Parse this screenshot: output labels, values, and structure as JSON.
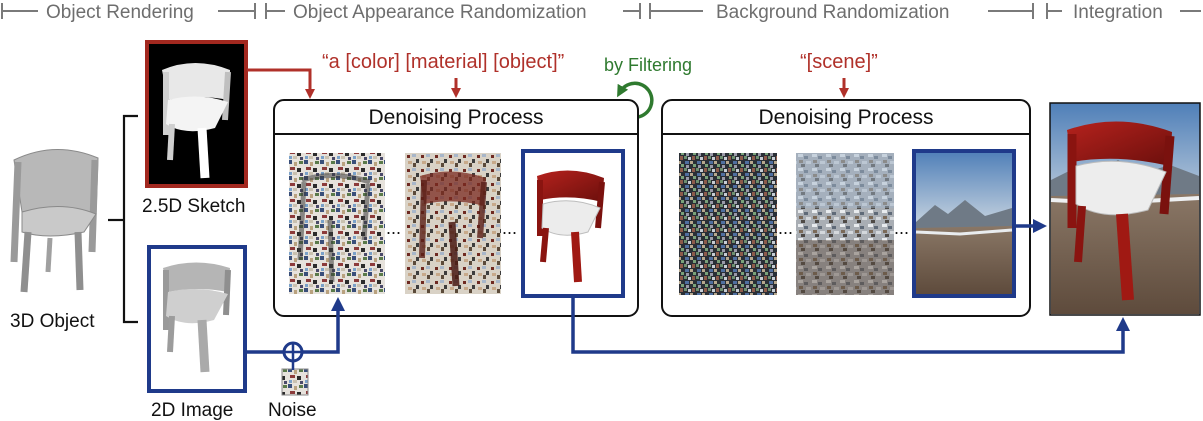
{
  "stages": {
    "object_rendering": "Object Rendering",
    "object_appearance": "Object Appearance Randomization",
    "background": "Background Randomization",
    "integration": "Integration"
  },
  "labels": {
    "object_3d": "3D Object",
    "sketch": "2.5D Sketch",
    "image_2d": "2D Image",
    "noise": "Noise"
  },
  "prompts": {
    "appearance": "“a [color] [material] [object]”",
    "scene": "“[scene]”",
    "filtering": "by Filtering"
  },
  "process": {
    "object_title": "Denoising Process",
    "background_title": "Denoising Process",
    "ellipsis": "..."
  },
  "colors": {
    "red": "#b0312a",
    "blue": "#1f3a8a",
    "green": "#2f7a2f",
    "header_gray": "#6e6e6e"
  }
}
